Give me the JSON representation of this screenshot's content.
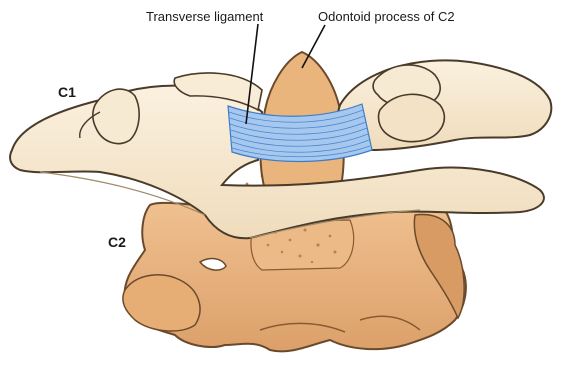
{
  "labels": {
    "transverse_ligament": "Transverse ligament",
    "odontoid_process": "Odontoid process of C2",
    "c1": "C1",
    "c2": "C2"
  },
  "colors": {
    "c1_bone": "#f6e8cf",
    "c1_outline": "#4a3a2a",
    "c2_bone": "#e8b57f",
    "c2_shadow": "#c98f5a",
    "ligament": "#9fc3ec",
    "ligament_lines": "#3e7cc7",
    "leader_line": "#111111"
  }
}
